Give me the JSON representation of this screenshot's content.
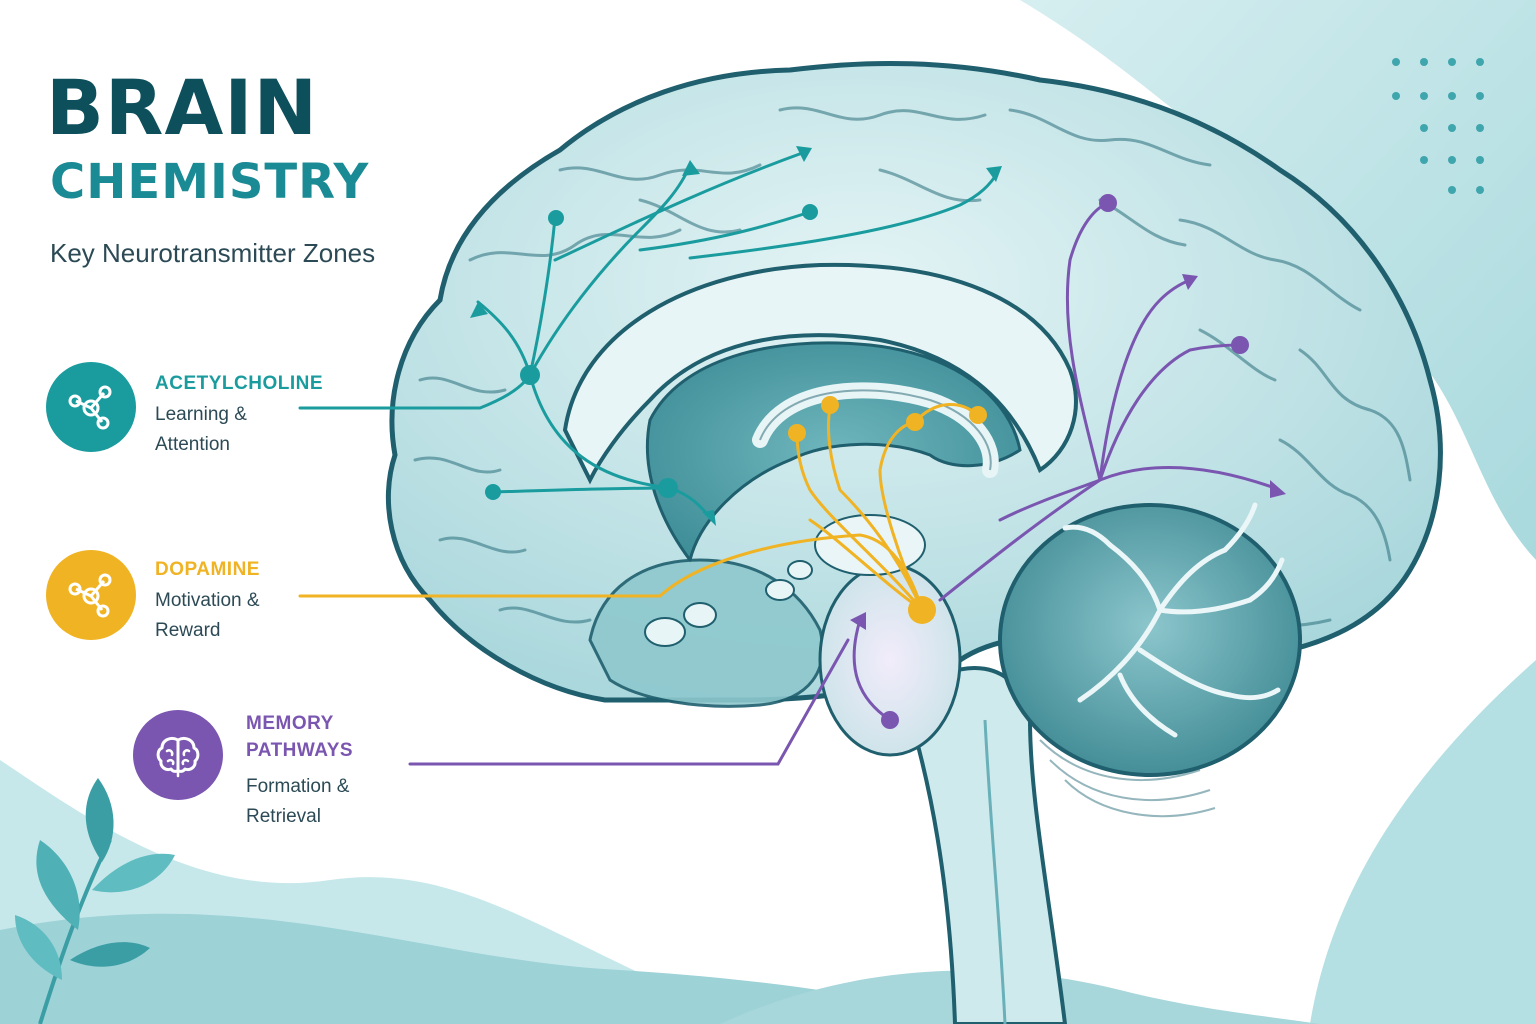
{
  "header": {
    "title": "BRAIN",
    "title_line2": "CHEMISTRY",
    "subtitle": "Key Neurotransmitter Zones"
  },
  "legend": {
    "acetylcholine": {
      "title": "ACETYLCHOLINE",
      "description": "Learning & Attention",
      "color": "#1a9c9f",
      "icon": "molecule-icon"
    },
    "dopamine": {
      "title": "DOPAMINE",
      "description": "Motivation & Reward",
      "color": "#f0b323",
      "icon": "molecule-icon"
    },
    "memory": {
      "title": "MEMORY PATHWAYS",
      "description": "Formation & Retrieval",
      "color": "#7a56b0",
      "icon": "brain-icon"
    }
  },
  "palette": {
    "title_dark": "#0e4f5c",
    "title_teal": "#1a8a94",
    "brain_fill": "#bfe3e6",
    "brain_outline": "#1f5f6e",
    "background_wave": "#cbe9ec"
  }
}
